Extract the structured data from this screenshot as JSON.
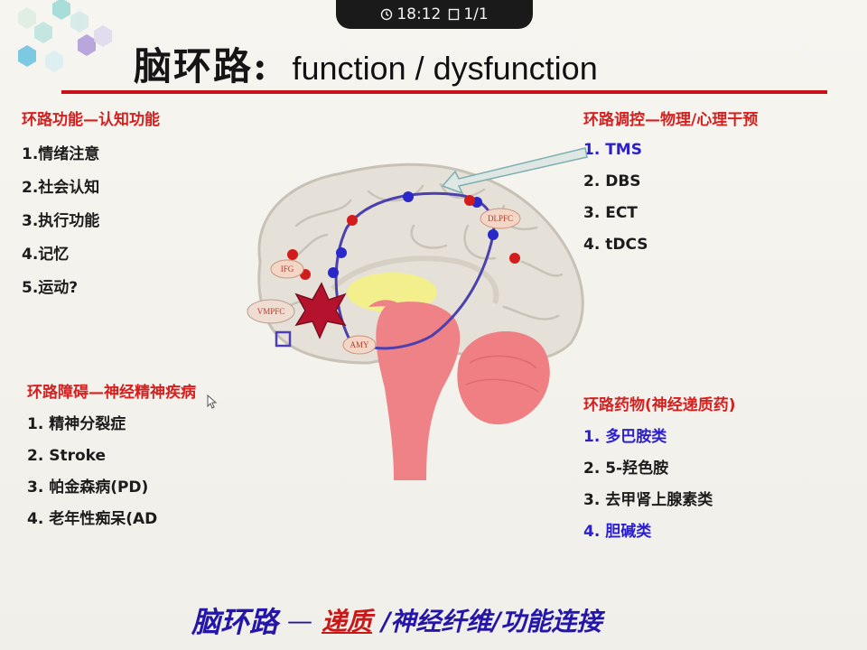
{
  "status": {
    "time": "18:12",
    "page": "1/1",
    "icons": [
      "clock-icon",
      "page-icon"
    ]
  },
  "title": {
    "zh": "脑环路:",
    "en": "function / dysfunction"
  },
  "top_left": {
    "heading": "环路功能—认知功能",
    "items": [
      "1.情绪注意",
      "2.社会认知",
      "3.执行功能",
      "4.记忆",
      "5.运动?"
    ]
  },
  "top_right": {
    "heading": "环路调控—物理/心理干预",
    "items": [
      "1. TMS",
      "2. DBS",
      "3. ECT",
      "4. tDCS"
    ]
  },
  "bottom_left": {
    "heading": "环路障碍—神经精神疾病",
    "items": [
      "1. 精神分裂症",
      "2. Stroke",
      "3. 帕金森病(PD)",
      "4. 老年性痴呆(AD"
    ]
  },
  "bottom_right": {
    "heading": "环路药物(神经递质药)",
    "items": [
      "1. 多巴胺类",
      "2. 5-羟色胺",
      "3. 去甲肾上腺素类",
      "4. 胆碱类"
    ]
  },
  "brain_labels": {
    "ifg": "IFG",
    "vmpfc": "VMPFC",
    "amy": "AMY",
    "dlpfc": "DLPFC"
  },
  "footer": {
    "part1": "脑环路",
    "sep": "—",
    "part2": "递质",
    "part3": "/神经纤维/功能连接"
  },
  "colors": {
    "accent_red": "#c8101a",
    "heading_red": "#d61f1f",
    "link_blue": "#2a1ecf",
    "footer_blue": "#2416a8"
  }
}
